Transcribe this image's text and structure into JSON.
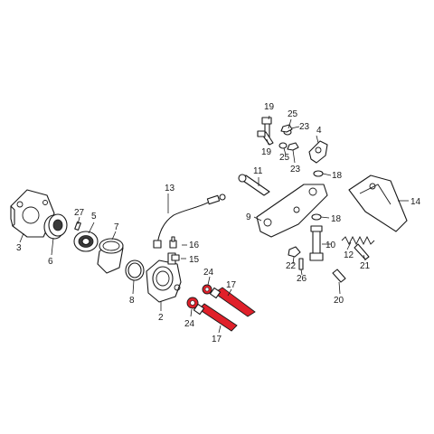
{
  "callouts": [
    {
      "id": "p19a",
      "text": "19"
    },
    {
      "id": "p25a",
      "text": "25"
    },
    {
      "id": "p23a",
      "text": "23"
    },
    {
      "id": "p4",
      "text": "4"
    },
    {
      "id": "p19b",
      "text": "19"
    },
    {
      "id": "p25b",
      "text": "25"
    },
    {
      "id": "p23b",
      "text": "23"
    },
    {
      "id": "p18a",
      "text": "18"
    },
    {
      "id": "p11",
      "text": "11"
    },
    {
      "id": "p13",
      "text": "13"
    },
    {
      "id": "p14",
      "text": "14"
    },
    {
      "id": "p9",
      "text": "9"
    },
    {
      "id": "p18b",
      "text": "18"
    },
    {
      "id": "p27",
      "text": "27"
    },
    {
      "id": "p5",
      "text": "5"
    },
    {
      "id": "p7",
      "text": "7"
    },
    {
      "id": "p16",
      "text": "16"
    },
    {
      "id": "p10",
      "text": "10"
    },
    {
      "id": "p3",
      "text": "3"
    },
    {
      "id": "p6",
      "text": "6"
    },
    {
      "id": "p15",
      "text": "15"
    },
    {
      "id": "p12",
      "text": "12"
    },
    {
      "id": "p22",
      "text": "22"
    },
    {
      "id": "p21",
      "text": "21"
    },
    {
      "id": "p26",
      "text": "26"
    },
    {
      "id": "p8",
      "text": "8"
    },
    {
      "id": "p24a",
      "text": "24"
    },
    {
      "id": "p17a",
      "text": "17"
    },
    {
      "id": "p20",
      "text": "20"
    },
    {
      "id": "p2",
      "text": "2"
    },
    {
      "id": "p24b",
      "text": "24"
    },
    {
      "id": "p17b",
      "text": "17"
    }
  ],
  "highlight_color": "#e0202a",
  "line_color": "#1a1a1a"
}
